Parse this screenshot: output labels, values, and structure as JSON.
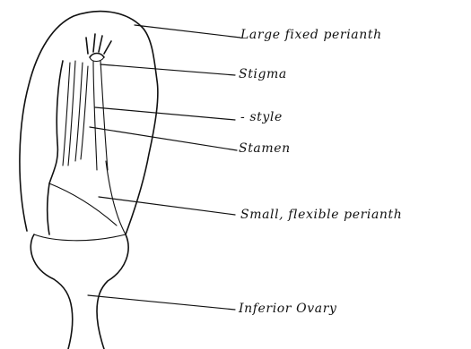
{
  "diagram": {
    "labels": {
      "large_perianth": "Large fixed perianth",
      "stigma": "Stigma",
      "style": "- style",
      "stamen": "Stamen",
      "small_perianth": "Small, flexible perianth",
      "ovary": "Inferior Ovary"
    }
  }
}
